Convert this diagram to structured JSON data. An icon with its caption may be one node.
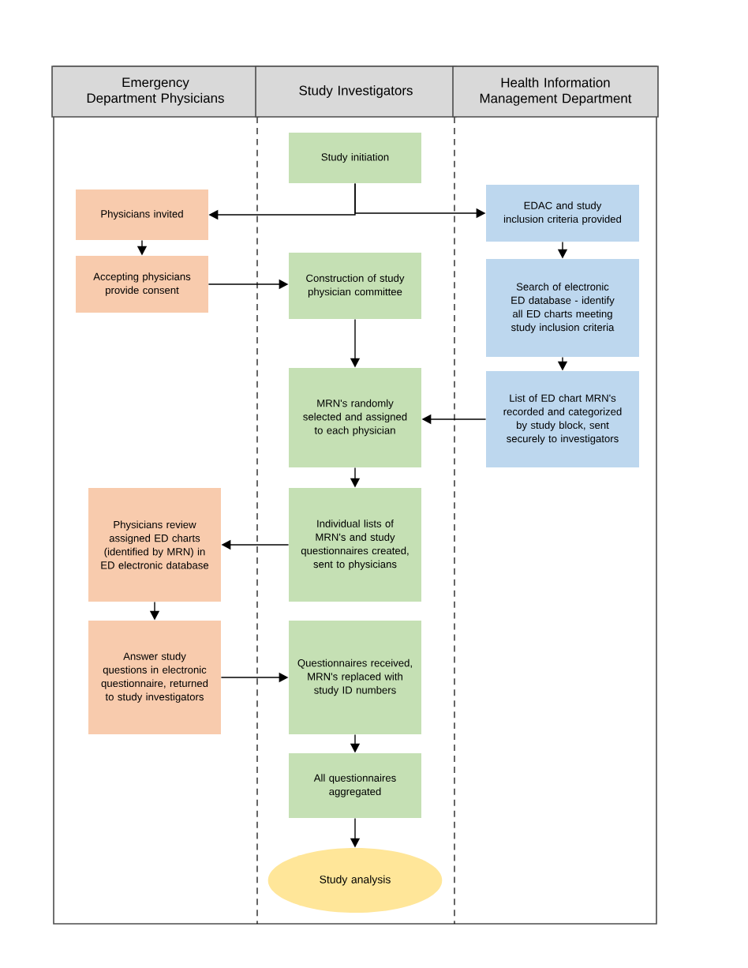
{
  "diagram": {
    "nodes": [
      {
        "text": [
          "Emergency Department Physicians"
        ]
      },
      {
        "text": [
          "Study Investigators"
        ]
      },
      {
        "text": [
          "Health Information Management Department"
        ]
      },
      {
        "text": [
          "Study initiation"
        ]
      },
      {
        "text": [
          "Physicians invited"
        ]
      },
      {
        "text": [
          "EDAC and study inclusion criteria provided"
        ]
      },
      {
        "text": [
          "Accepting physicians provide consent"
        ]
      },
      {
        "text": [
          "Construction of study physician committee"
        ]
      },
      {
        "text": [
          "Search of electronic ED database - identify all ED charts meeting study inclusion criteria"
        ]
      },
      {
        "text": [
          "MRN's  randomly selected and assigned to each physician"
        ]
      },
      {
        "text": [
          "List of ED chart MRN's recorded and categorized by study block, sent securely to investigators"
        ]
      },
      {
        "text": [
          "Physicians review assigned ED charts (identified by MRN) in ED electronic database"
        ]
      },
      {
        "text": [
          "Individual lists of MRN's and study questionnaires created, sent to physicians"
        ]
      },
      {
        "text": [
          "Answer study questions in electronic questionnaire, returned to study investigators"
        ]
      },
      {
        "text": [
          "Questionnaires received, MRN's replaced with study ID numbers"
        ]
      },
      {
        "text": [
          "All questionnaires aggregated"
        ]
      },
      {
        "text": [
          "Study analysis"
        ]
      }
    ],
    "edges": [
      {
        "from": 3,
        "to": 4,
        "arrow": "to"
      },
      {
        "from": 3,
        "to": 5,
        "arrow": "to"
      },
      {
        "from": 4,
        "to": 6,
        "arrow": "to"
      },
      {
        "from": 6,
        "to": 7,
        "arrow": "to"
      },
      {
        "from": 5,
        "to": 8,
        "arrow": "to"
      },
      {
        "from": 8,
        "to": 10,
        "arrow": "to"
      },
      {
        "from": 7,
        "to": 9,
        "arrow": "to"
      },
      {
        "from": 10,
        "to": 9,
        "arrow": "to"
      },
      {
        "from": 9,
        "to": 12,
        "arrow": "to"
      },
      {
        "from": 12,
        "to": 11,
        "arrow": "to"
      },
      {
        "from": 11,
        "to": 13,
        "arrow": "to"
      },
      {
        "from": 13,
        "to": 14,
        "arrow": "to"
      },
      {
        "from": 14,
        "to": 15,
        "arrow": "to"
      },
      {
        "from": 15,
        "to": 16,
        "arrow": "to"
      }
    ]
  }
}
